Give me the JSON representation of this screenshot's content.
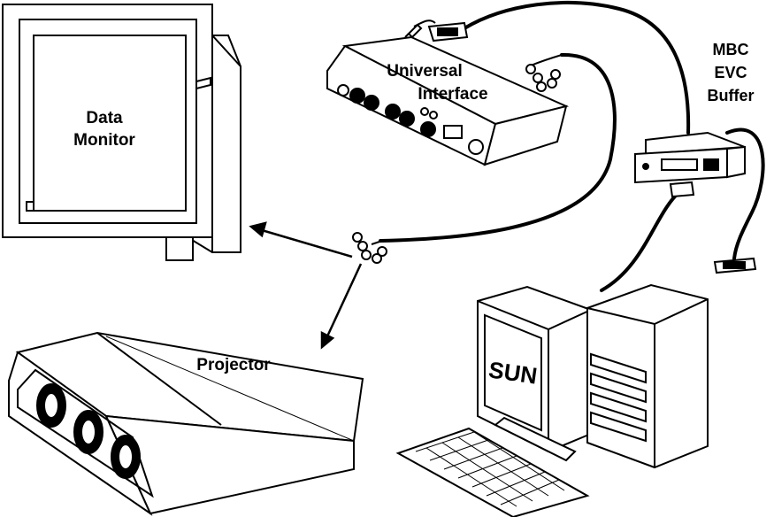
{
  "labels": {
    "data_monitor_line1": "Data",
    "data_monitor_line2": "Monitor",
    "universal_interface_line1": "Universal",
    "universal_interface_line2": "Interface",
    "buffer_line1": "MBC",
    "buffer_line2": "EVC",
    "buffer_line3": "Buffer",
    "projector": "Projector",
    "sun_screen": "SUN"
  }
}
